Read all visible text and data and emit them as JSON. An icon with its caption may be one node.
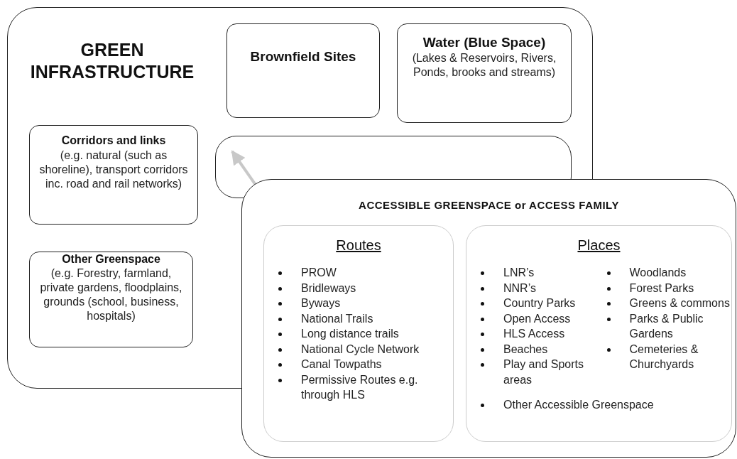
{
  "diagram": {
    "nodes": [
      {
        "text": [
          "GREEN INFRASTRUCTURE"
        ]
      },
      {
        "text": [
          "Brownfield Sites"
        ],
        "in": 0
      },
      {
        "text": [
          "Water (Blue Space)",
          "(Lakes & Reservoirs, Rivers, Ponds, brooks and streams)"
        ],
        "in": 0
      },
      {
        "text": [
          "Corridors and links",
          "(e.g. natural (such as shoreline), transport corridors inc. road and rail networks)"
        ],
        "in": 0
      },
      {
        "text": [],
        "shape": "box",
        "in": 0
      },
      {
        "text": [
          "Other Greenspace",
          "(e.g. Forestry, farmland, private gardens, floodplains, grounds (school, business, hospitals)"
        ],
        "in": 0
      },
      {
        "text": [
          "ACCESSIBLE GREENSPACE or ACCESS FAMILY"
        ]
      },
      {
        "text": [
          "Routes",
          "PROW",
          "Bridleways",
          "Byways",
          "National Trails",
          "Long distance trails",
          "National Cycle Network",
          "Canal Towpaths",
          "Permissive Routes e.g. through HLS"
        ],
        "in": 6
      },
      {
        "text": [
          "Places",
          "LNR’s",
          "NNR’s",
          "Country Parks",
          "Open Access",
          "HLS Access",
          "Beaches",
          "Play and Sports areas",
          "Woodlands",
          "Forest Parks",
          "Greens & commons",
          "Parks & Public Gardens",
          "Cemeteries & Churchyards",
          "Other Accessible Greenspace"
        ],
        "in": 6
      }
    ],
    "edges": [
      {
        "from": 6,
        "to": 4,
        "arrow": "to"
      }
    ]
  }
}
